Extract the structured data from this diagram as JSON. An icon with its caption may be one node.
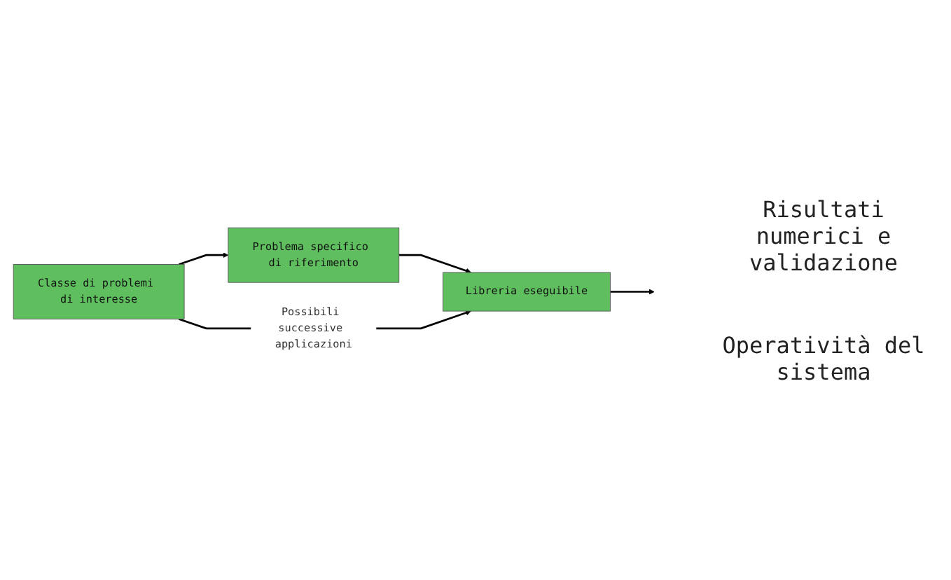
{
  "diagram": {
    "nodes": [
      {
        "text": [
          "Problema specifico di riferimento"
        ]
      },
      {
        "text": [
          "Classe di problemi di interesse"
        ]
      },
      {
        "text": [
          "Libreria eseguibile"
        ]
      }
    ],
    "edges": [
      {
        "from": 1,
        "to": 0,
        "arrow": "to"
      },
      {
        "from": 0,
        "to": 2,
        "arrow": "to"
      },
      {
        "from": 1,
        "to": 2,
        "arrow": "to",
        "label": "Possibili successive applicazioni"
      },
      {
        "from": 2,
        "to": null,
        "arrow": "to"
      }
    ],
    "labels": [
      "Risultati numerici e validazione",
      "Operatività del sistema"
    ]
  }
}
